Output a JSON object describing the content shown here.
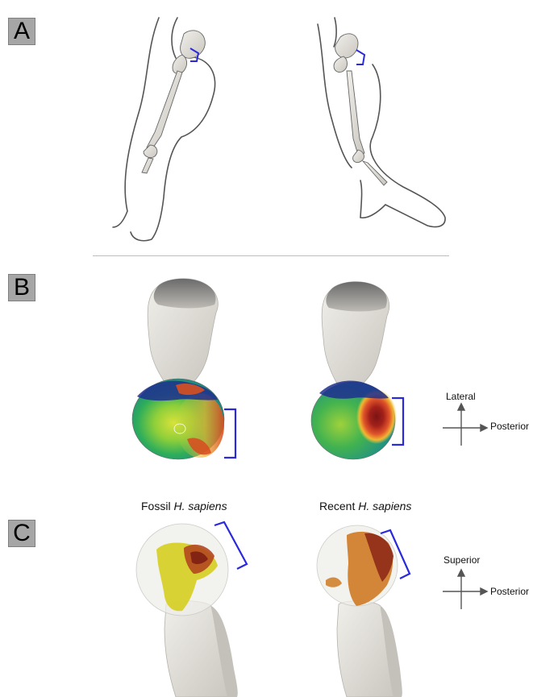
{
  "panels": {
    "a": "A",
    "b": "B",
    "c": "C"
  },
  "captions": {
    "fossil_prefix": "Fossil ",
    "fossil_species": "H. sapiens",
    "recent_prefix": "Recent ",
    "recent_species": "H. sapiens"
  },
  "axes_b": {
    "up": "Lateral",
    "right": "Posterior"
  },
  "axes_c": {
    "up": "Superior",
    "right": "Posterior"
  },
  "colors": {
    "bracket": "#2a2adb",
    "outline": "#555555",
    "bone": "#e9e6df",
    "label_box": "#a6a6a6"
  }
}
